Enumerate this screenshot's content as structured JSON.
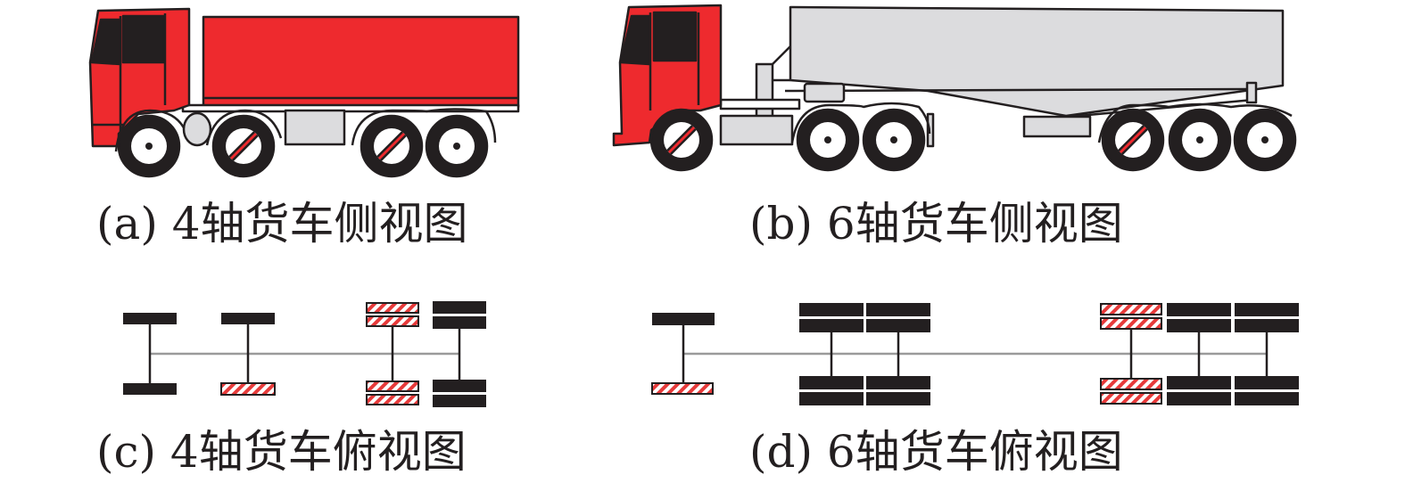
{
  "captions": {
    "a": "(a) 4轴货车侧视图",
    "b": "(b) 6轴货车侧视图",
    "c": "(c) 4轴货车俯视图",
    "d": "(d) 6轴货车俯视图"
  },
  "colors": {
    "cab_red": "#ee2a2e",
    "outline": "#231f20",
    "trailer_gray": "#dcdcde",
    "axle_line": "#9a9a9a",
    "hatch_red": "#e63a3a"
  },
  "icons": {
    "four_axle_side": "four-axle-truck-side-view",
    "six_axle_side": "six-axle-truck-side-view",
    "four_axle_top": "four-axle-truck-top-view",
    "six_axle_top": "six-axle-truck-top-view"
  }
}
